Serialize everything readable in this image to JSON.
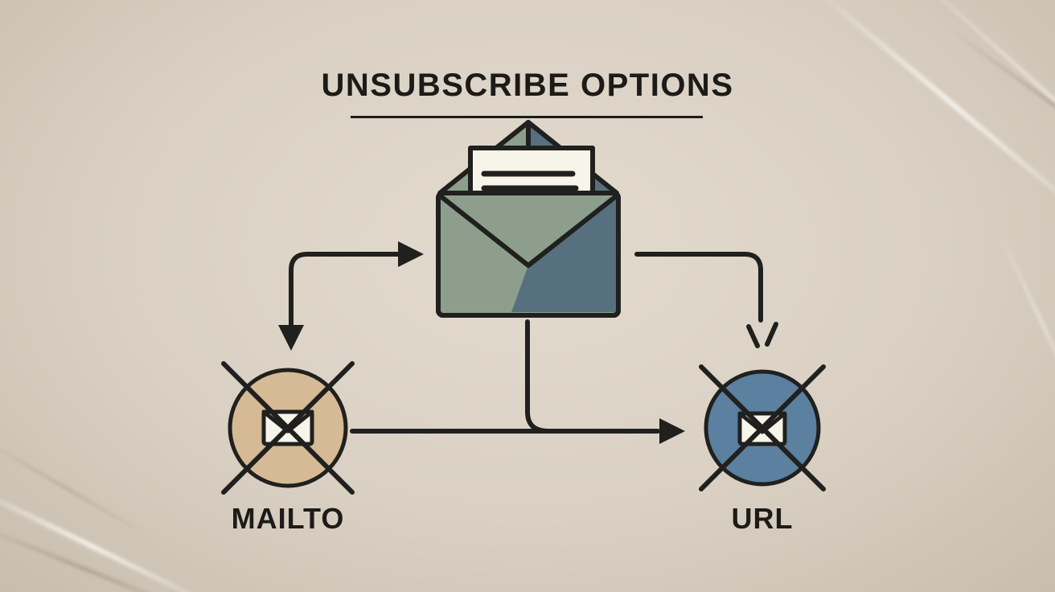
{
  "title": "UNSUBSCRIBE OPTIONS",
  "diagram": {
    "type": "flow",
    "description": "An email message fans out to two crossed-out unsubscribe mechanisms",
    "nodes": [
      {
        "id": "email",
        "label": "",
        "shape": "open-envelope-with-letter"
      },
      {
        "id": "mailto",
        "label": "MAILTO",
        "shape": "crossed-circle-envelope"
      },
      {
        "id": "url",
        "label": "URL",
        "shape": "crossed-circle-envelope"
      }
    ],
    "edges": [
      {
        "from": "email",
        "to": "mailto",
        "style": "elbow-arrow"
      },
      {
        "from": "email",
        "to": "url",
        "style": "elbow-dash-arrow"
      },
      {
        "from": "email",
        "to": "url",
        "style": "bottom-junction-arrow"
      }
    ]
  },
  "labels": {
    "mailto": "MAILTO",
    "url": "URL"
  },
  "colors": {
    "background": "#d9d0c3",
    "line": "#20201e",
    "envelope_green": "#8d9f8c",
    "envelope_teal": "#56707f",
    "paper": "#f7f4ea",
    "mailto_fill": "#d6ba95",
    "url_fill": "#5b80a0",
    "text": "#1c1b18"
  }
}
